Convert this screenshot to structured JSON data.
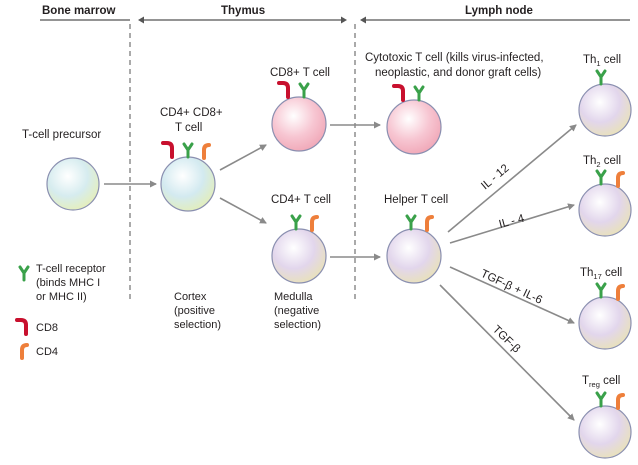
{
  "sections": {
    "bone_marrow": "Bone marrow",
    "thymus": "Thymus",
    "lymph_node": "Lymph node"
  },
  "cells": {
    "precursor": "T-cell precursor",
    "double_positive_line1": "CD4+ CD8+",
    "double_positive_line2": "T cell",
    "cd8_t": "CD8+ T cell",
    "cd4_t": "CD4+ T cell",
    "cytotoxic_line1": "Cytotoxic T cell (kills virus-infected,",
    "cytotoxic_line2": "neoplastic, and donor graft cells)",
    "helper": "Helper T cell",
    "th1": {
      "main": "Th",
      "sub": "1",
      "suffix": " cell"
    },
    "th2": {
      "main": "Th",
      "sub": "2",
      "suffix": " cell"
    },
    "th17": {
      "main": "Th",
      "sub": "17",
      "suffix": " cell"
    },
    "treg": {
      "main": "T",
      "sub": "reg",
      "suffix": " cell"
    }
  },
  "regions": {
    "cortex": [
      "Cortex",
      "(positive",
      "selection)"
    ],
    "medulla": [
      "Medulla",
      "(negative",
      "selection)"
    ]
  },
  "cytokines": {
    "il12": "IL - 12",
    "il4": "IL - 4",
    "tgf_il6": "TGF-β + IL-6",
    "tgf": "TGF-β"
  },
  "legend": {
    "tcr": [
      "T-cell receptor",
      "(binds MHC I",
      "or MHC II)"
    ],
    "cd8": "CD8",
    "cd4": "CD4"
  },
  "colors": {
    "tcr": "#3aa14a",
    "cd8": "#c8102e",
    "cd4": "#ee7f3b",
    "arrow": "#8a8a8a",
    "divider": "#555555",
    "precursor_fill": "#dcebcf",
    "pink_fill": "#f7c3cf",
    "purple_fill": "#ddd2ea"
  }
}
